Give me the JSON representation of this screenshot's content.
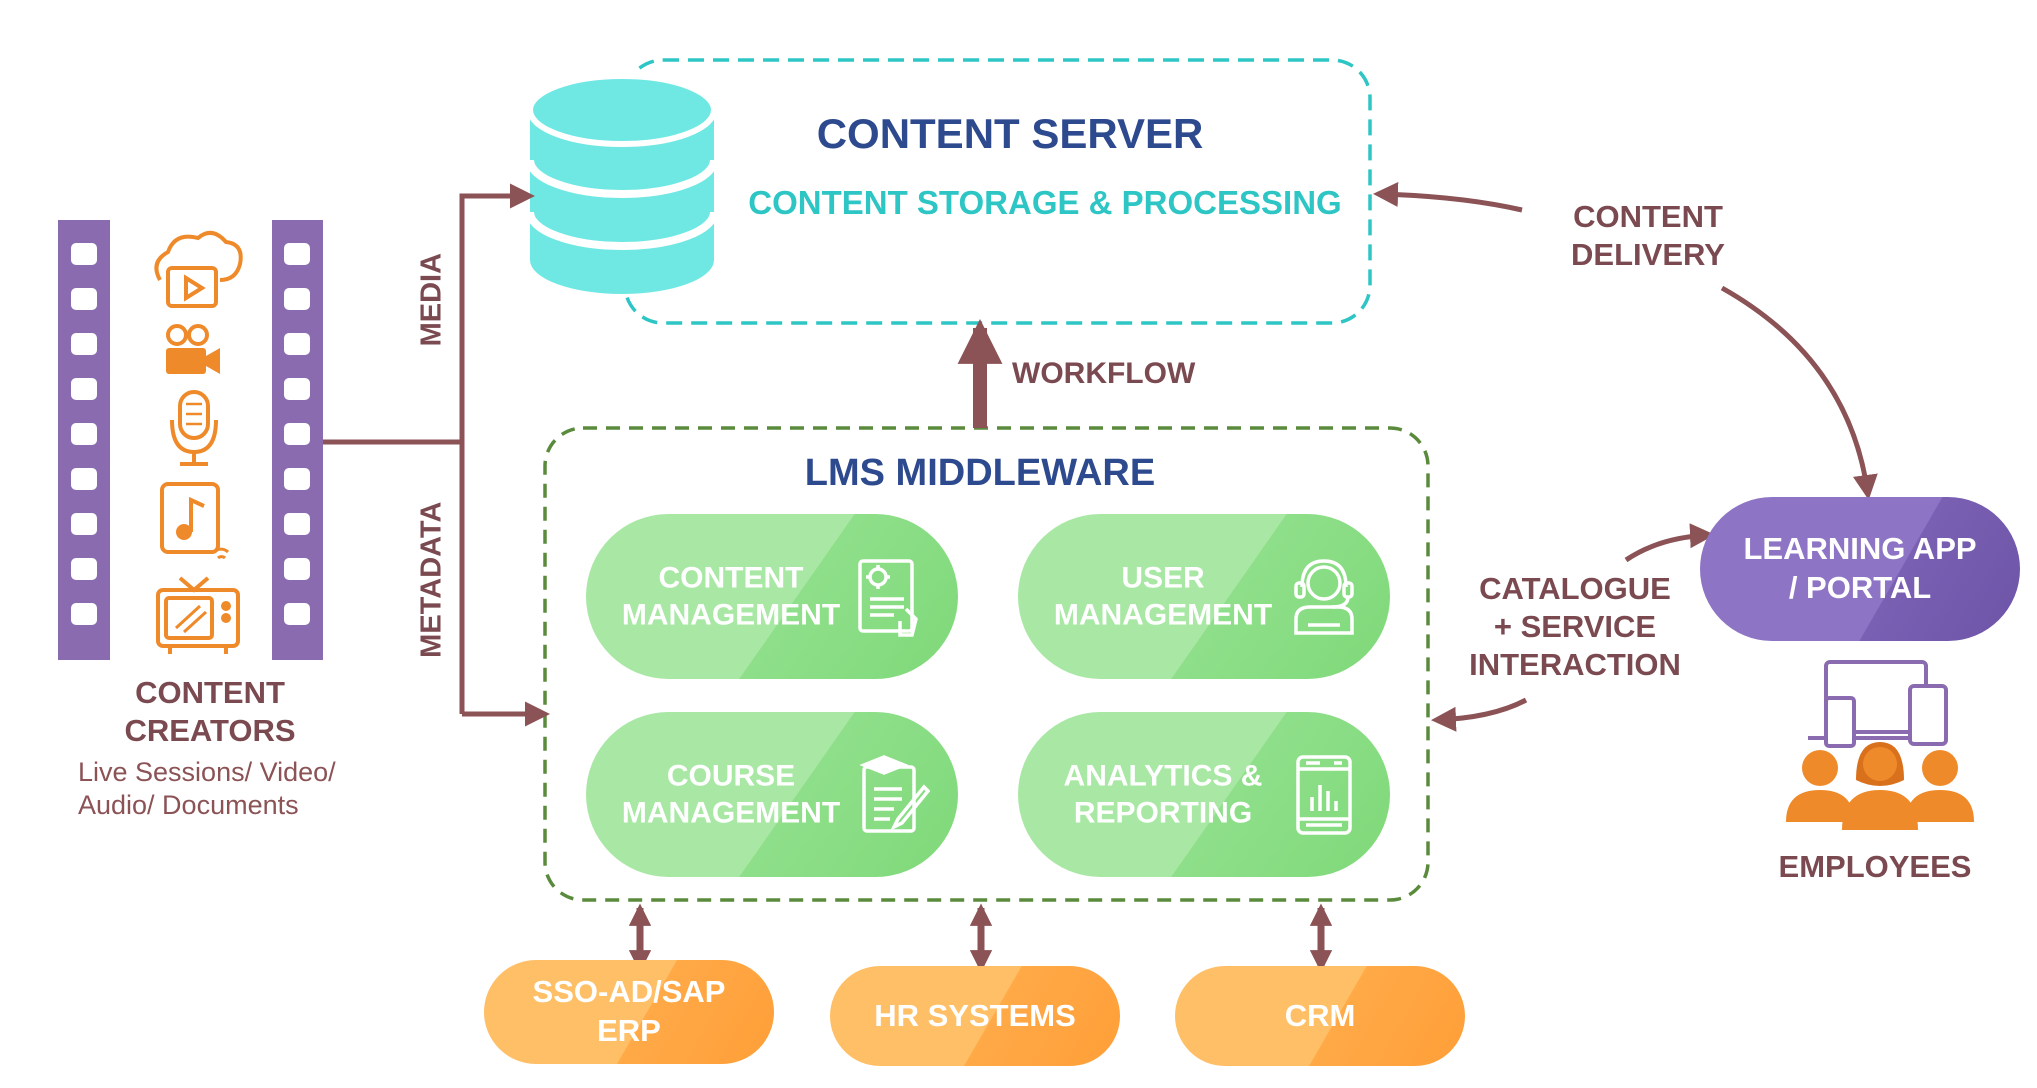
{
  "content_server": {
    "title": "CONTENT SERVER",
    "subtitle": "CONTENT STORAGE & PROCESSING"
  },
  "content_creators": {
    "title_line1": "CONTENT",
    "title_line2": "CREATORS",
    "desc_line1": "Live Sessions/ Video/",
    "desc_line2": "Audio/ Documents"
  },
  "flow_labels": {
    "media": "MEDIA",
    "metadata": "METADATA",
    "workflow": "WORKFLOW",
    "delivery_line1": "CONTENT",
    "delivery_line2": "DELIVERY",
    "catalogue_line1": "CATALOGUE",
    "catalogue_line2": "+ SERVICE",
    "catalogue_line3": "INTERACTION"
  },
  "middleware": {
    "title": "LMS MIDDLEWARE",
    "modules": [
      {
        "line1": "CONTENT",
        "line2": "MANAGEMENT",
        "icon": "document-gear-icon"
      },
      {
        "line1": "USER",
        "line2": "MANAGEMENT",
        "icon": "headset-user-icon"
      },
      {
        "line1": "COURSE",
        "line2": "MANAGEMENT",
        "icon": "course-document-icon"
      },
      {
        "line1": "ANALYTICS &",
        "line2": "REPORTING",
        "icon": "analytics-tablet-icon"
      }
    ]
  },
  "integrations": [
    {
      "line1": "SSO-AD/SAP",
      "line2": "ERP"
    },
    {
      "line1": "HR SYSTEMS",
      "line2": ""
    },
    {
      "line1": "CRM",
      "line2": ""
    }
  ],
  "learning_app": {
    "line1": "LEARNING APP",
    "line2": "/ PORTAL"
  },
  "employees": {
    "label": "EMPLOYEES"
  },
  "colors": {
    "arrow": "#8b5356",
    "navy": "#2e4a8e",
    "teal": "#2ec5c5",
    "green_border": "#5a8a3c",
    "purple": "#7a63b3",
    "orange": "#ff9f38",
    "text_brown": "#7a4a50"
  }
}
